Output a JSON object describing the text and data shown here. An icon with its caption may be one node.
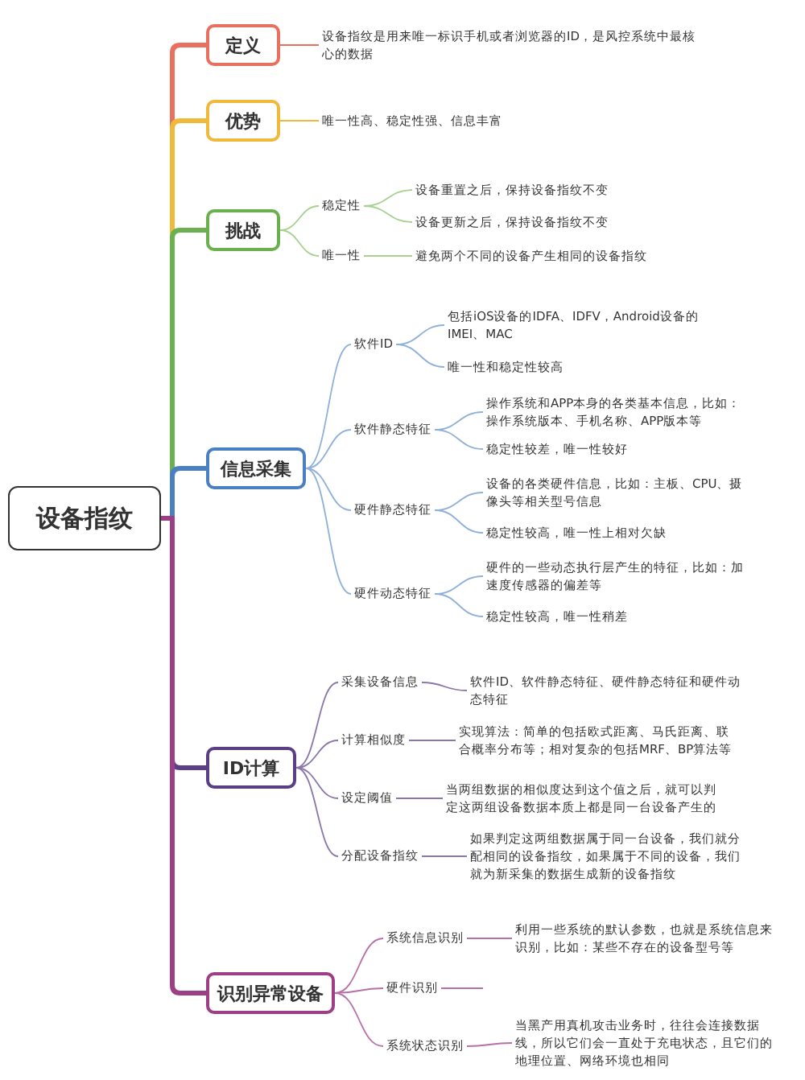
{
  "diagram": {
    "nodes": [
      {
        "text": [
          "设备指纹"
        ]
      },
      {
        "text": [
          "定义"
        ]
      },
      {
        "text": [
          "设备指纹是用来唯一标识手机或者浏览器的ID，是风控系统中最核心的数据"
        ]
      },
      {
        "text": [
          "优势"
        ]
      },
      {
        "text": [
          "唯一性高、稳定性强、信息丰富"
        ]
      },
      {
        "text": [
          "挑战"
        ]
      },
      {
        "text": [
          "稳定性"
        ]
      },
      {
        "text": [
          "设备重置之后，保持设备指纹不变"
        ]
      },
      {
        "text": [
          "设备更新之后，保持设备指纹不变"
        ]
      },
      {
        "text": [
          "唯一性"
        ]
      },
      {
        "text": [
          "避免两个不同的设备产生相同的设备指纹"
        ]
      },
      {
        "text": [
          "信息采集"
        ]
      },
      {
        "text": [
          "软件ID"
        ]
      },
      {
        "text": [
          "包括iOS设备的IDFA、IDFV，Android设备的IMEI、MAC"
        ]
      },
      {
        "text": [
          "唯一性和稳定性较高"
        ]
      },
      {
        "text": [
          "软件静态特征"
        ]
      },
      {
        "text": [
          "操作系统和APP本身的各类基本信息，比如：操作系统版本、手机名称、APP版本等"
        ]
      },
      {
        "text": [
          "稳定性较差，唯一性较好"
        ]
      },
      {
        "text": [
          "硬件静态特征"
        ]
      },
      {
        "text": [
          "设备的各类硬件信息，比如：主板、CPU、摄像头等相关型号信息"
        ]
      },
      {
        "text": [
          "稳定性较高，唯一性上相对欠缺"
        ]
      },
      {
        "text": [
          "硬件动态特征"
        ]
      },
      {
        "text": [
          "硬件的一些动态执行层产生的特征，比如：加速度传感器的偏差等"
        ]
      },
      {
        "text": [
          "稳定性较高，唯一性稍差"
        ]
      },
      {
        "text": [
          "ID计算"
        ]
      },
      {
        "text": [
          "采集设备信息"
        ]
      },
      {
        "text": [
          "软件ID、软件静态特征、硬件静态特征和硬件动态特征"
        ]
      },
      {
        "text": [
          "计算相似度"
        ]
      },
      {
        "text": [
          "实现算法：简单的包括欧式距离、马氏距离、联合概率分布等；相对复杂的包括MRF、BP算法等"
        ]
      },
      {
        "text": [
          "设定阈值"
        ]
      },
      {
        "text": [
          "当两组数据的相似度达到这个值之后，就可以判定这两组设备数据本质上都是同一台设备产生的"
        ]
      },
      {
        "text": [
          "分配设备指纹"
        ]
      },
      {
        "text": [
          "如果判定这两组数据属于同一台设备，我们就分配相同的设备指纹，如果属于不同的设备，我们就为新采集的数据生成新的设备指纹"
        ]
      },
      {
        "text": [
          "识别异常设备"
        ]
      },
      {
        "text": [
          "系统信息识别"
        ]
      },
      {
        "text": [
          "利用一些系统的默认参数，也就是系统信息来识别，比如：某些不存在的设备型号等"
        ]
      },
      {
        "text": [
          "硬件识别"
        ]
      },
      {
        "text": [
          "系统状态识别"
        ]
      },
      {
        "text": [
          "当黑产用真机攻击业务时，往往会连接数据线，所以它们会一直处于充电状态，且它们的地理位置、网络环境也相同"
        ]
      }
    ],
    "edges": [
      {
        "from": 0,
        "to": 1,
        "arrow": "none",
        "style": "thick",
        "color": "#e8705f"
      },
      {
        "from": 1,
        "to": 2,
        "arrow": "none",
        "color": "#e8705f"
      },
      {
        "from": 0,
        "to": 3,
        "arrow": "none",
        "style": "thick",
        "color": "#f0b93b"
      },
      {
        "from": 3,
        "to": 4,
        "arrow": "none",
        "color": "#f0b93b"
      },
      {
        "from": 0,
        "to": 5,
        "arrow": "none",
        "style": "thick",
        "color": "#6bb04e"
      },
      {
        "from": 5,
        "to": 6,
        "arrow": "none",
        "color": "#a8d08f"
      },
      {
        "from": 6,
        "to": 7,
        "arrow": "none",
        "color": "#a8d08f"
      },
      {
        "from": 6,
        "to": 8,
        "arrow": "none",
        "color": "#a8d08f"
      },
      {
        "from": 5,
        "to": 9,
        "arrow": "none",
        "color": "#a8d08f"
      },
      {
        "from": 9,
        "to": 10,
        "arrow": "none",
        "color": "#a8d08f"
      },
      {
        "from": 0,
        "to": 11,
        "arrow": "none",
        "style": "thick",
        "color": "#4a80c2"
      },
      {
        "from": 11,
        "to": 12,
        "arrow": "none",
        "color": "#8fb0d8"
      },
      {
        "from": 12,
        "to": 13,
        "arrow": "none",
        "color": "#8fb0d8"
      },
      {
        "from": 12,
        "to": 14,
        "arrow": "none",
        "color": "#8fb0d8"
      },
      {
        "from": 11,
        "to": 15,
        "arrow": "none",
        "color": "#8fb0d8"
      },
      {
        "from": 15,
        "to": 16,
        "arrow": "none",
        "color": "#8fb0d8"
      },
      {
        "from": 15,
        "to": 17,
        "arrow": "none",
        "color": "#8fb0d8"
      },
      {
        "from": 11,
        "to": 18,
        "arrow": "none",
        "color": "#8fb0d8"
      },
      {
        "from": 18,
        "to": 19,
        "arrow": "none",
        "color": "#8fb0d8"
      },
      {
        "from": 18,
        "to": 20,
        "arrow": "none",
        "color": "#8fb0d8"
      },
      {
        "from": 11,
        "to": 21,
        "arrow": "none",
        "color": "#8fb0d8"
      },
      {
        "from": 21,
        "to": 22,
        "arrow": "none",
        "color": "#8fb0d8"
      },
      {
        "from": 21,
        "to": 23,
        "arrow": "none",
        "color": "#8fb0d8"
      },
      {
        "from": 0,
        "to": 24,
        "arrow": "none",
        "style": "thick",
        "color": "#5a3f86"
      },
      {
        "from": 24,
        "to": 25,
        "arrow": "none",
        "color": "#8a76ab"
      },
      {
        "from": 25,
        "to": 26,
        "arrow": "none",
        "color": "#8a76ab"
      },
      {
        "from": 24,
        "to": 27,
        "arrow": "none",
        "color": "#8a76ab"
      },
      {
        "from": 27,
        "to": 28,
        "arrow": "none",
        "color": "#8a76ab"
      },
      {
        "from": 24,
        "to": 29,
        "arrow": "none",
        "color": "#8a76ab"
      },
      {
        "from": 29,
        "to": 30,
        "arrow": "none",
        "color": "#8a76ab"
      },
      {
        "from": 24,
        "to": 31,
        "arrow": "none",
        "color": "#8a76ab"
      },
      {
        "from": 31,
        "to": 32,
        "arrow": "none",
        "color": "#8a76ab"
      },
      {
        "from": 0,
        "to": 33,
        "arrow": "none",
        "style": "thick",
        "color": "#9c3f86"
      },
      {
        "from": 33,
        "to": 34,
        "arrow": "none",
        "color": "#b770a6"
      },
      {
        "from": 34,
        "to": 35,
        "arrow": "none",
        "color": "#b770a6"
      },
      {
        "from": 33,
        "to": 36,
        "arrow": "none",
        "color": "#b770a6"
      },
      {
        "from": 36,
        "to": null,
        "arrow": "none",
        "color": "#b770a6"
      },
      {
        "from": 33,
        "to": 37,
        "arrow": "none",
        "color": "#b770a6"
      },
      {
        "from": 37,
        "to": 38,
        "arrow": "none",
        "color": "#b770a6"
      }
    ]
  }
}
